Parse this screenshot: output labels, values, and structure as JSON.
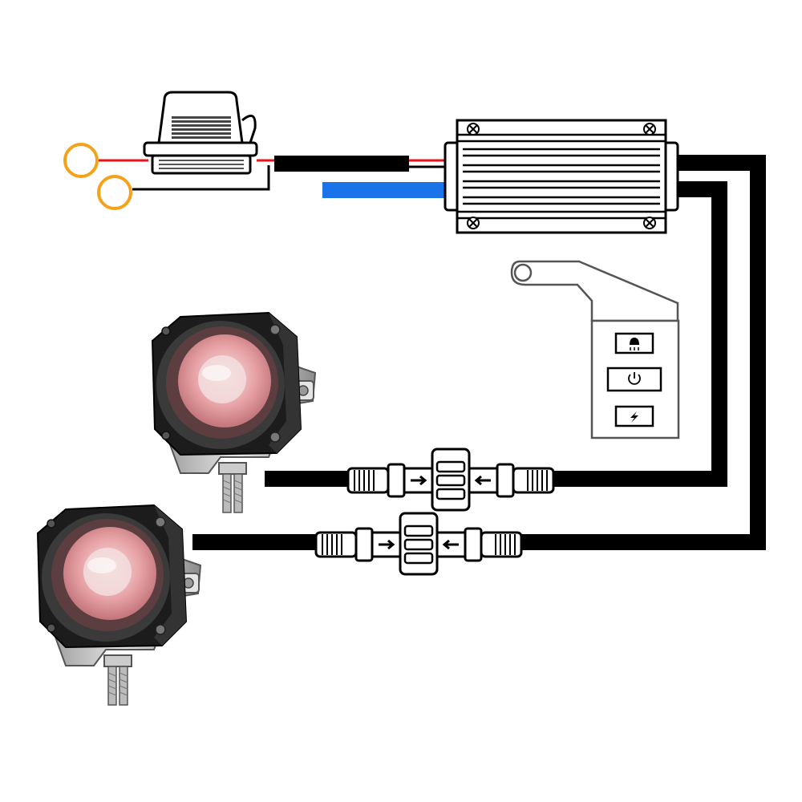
{
  "diagram": {
    "components": [
      {
        "id": "battery-positive-ring",
        "icon": "ring-terminal-icon"
      },
      {
        "id": "battery-negative-ring",
        "icon": "ring-terminal-icon"
      },
      {
        "id": "inline-fuse-holder",
        "icon": "fuse-holder-icon"
      },
      {
        "id": "controller-box",
        "icon": "controller-icon"
      },
      {
        "id": "control-switch",
        "icon": "switch-panel-icon",
        "buttons": [
          {
            "id": "light-mode-button",
            "icon": "light-mode-icon"
          },
          {
            "id": "power-button",
            "icon": "power-icon"
          },
          {
            "id": "flash-button",
            "icon": "lightning-icon"
          }
        ]
      },
      {
        "id": "light-pod-upper",
        "icon": "led-pod-icon"
      },
      {
        "id": "light-pod-lower",
        "icon": "led-pod-icon"
      },
      {
        "id": "connector-upper",
        "icon": "waterproof-connector-icon"
      },
      {
        "id": "connector-lower",
        "icon": "waterproof-connector-icon"
      }
    ],
    "colors": {
      "wire": "#000000",
      "positive": "#e8141c",
      "signal": "#1a73e8",
      "ring": "#f5a21b",
      "lens": "#e9a3a5",
      "housing": "#1c1c1c",
      "bracket": "#d4d4d4"
    }
  }
}
